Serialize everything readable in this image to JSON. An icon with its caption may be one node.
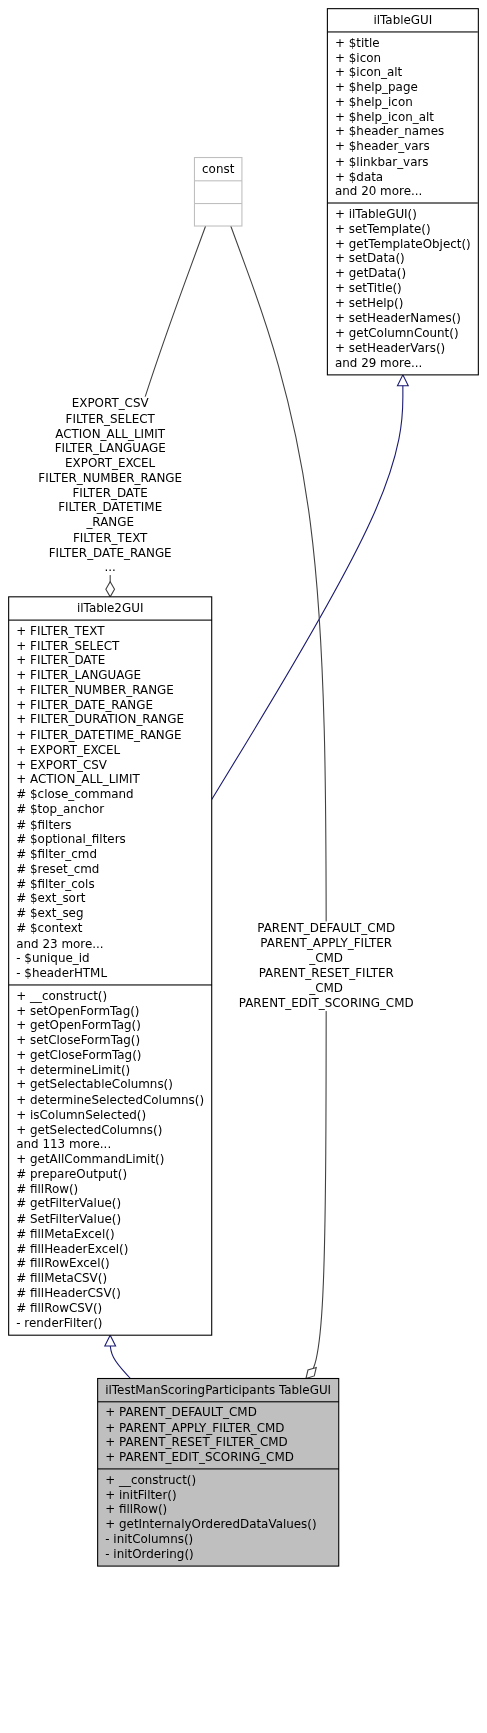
{
  "diagram": {
    "nodes": [
      {
        "text": [
          "ilTableGUI",
          "+ $title",
          "+ $icon",
          "+ $icon_alt",
          "+ $help_page",
          "+ $help_icon",
          "+ $help_icon_alt",
          "+ $header_names",
          "+ $header_vars",
          "+ $linkbar_vars",
          "+ $data",
          "and 20 more...",
          "+ ilTableGUI()",
          "+ setTemplate()",
          "+ getTemplateObject()",
          "+ setData()",
          "+ getData()",
          "+ setTitle()",
          "+ setHelp()",
          "+ setHeaderNames()",
          "+ getColumnCount()",
          "+ setHeaderVars()",
          "and 29 more..."
        ]
      },
      {
        "text": [
          "const"
        ]
      },
      {
        "text": [
          "ilTable2GUI",
          "+ FILTER_TEXT",
          "+ FILTER_SELECT",
          "+ FILTER_DATE",
          "+ FILTER_LANGUAGE",
          "+ FILTER_NUMBER_RANGE",
          "+ FILTER_DATE_RANGE",
          "+ FILTER_DURATION_RANGE",
          "+ FILTER_DATETIME_RANGE",
          "+ EXPORT_EXCEL",
          "+ EXPORT_CSV",
          "+ ACTION_ALL_LIMIT",
          "# $close_command",
          "# $top_anchor",
          "# $filters",
          "# $optional_filters",
          "# $filter_cmd",
          "# $reset_cmd",
          "# $filter_cols",
          "# $ext_sort",
          "# $ext_seg",
          "# $context",
          "and 23 more...",
          "- $unique_id",
          "- $headerHTML",
          "+ __construct()",
          "+ setOpenFormTag()",
          "+ getOpenFormTag()",
          "+ setCloseFormTag()",
          "+ getCloseFormTag()",
          "+ determineLimit()",
          "+ getSelectableColumns()",
          "+ determineSelectedColumns()",
          "+ isColumnSelected()",
          "+ getSelectedColumns()",
          "and 113 more...",
          "+ getAllCommandLimit()",
          "# prepareOutput()",
          "# fillRow()",
          "# getFilterValue()",
          "# SetFilterValue()",
          "# fillMetaExcel()",
          "# fillHeaderExcel()",
          "# fillRowExcel()",
          "# fillMetaCSV()",
          "# fillHeaderCSV()",
          "# fillRowCSV()",
          "- renderFilter()"
        ]
      },
      {
        "text": [
          "ilTestManScoringParticipants TableGUI",
          "+ PARENT_DEFAULT_CMD",
          "+ PARENT_APPLY_FILTER_CMD",
          "+ PARENT_RESET_FILTER_CMD",
          "+ PARENT_EDIT_SCORING_CMD",
          "+ __construct()",
          "+ initFilter()",
          "+ fillRow()",
          "+ getInternalyOrderedDataValues()",
          "- initColumns()",
          "- initOrdering()"
        ]
      }
    ],
    "edges": [
      {
        "from": 2,
        "to": 0,
        "arrow": "to",
        "color": "#191970"
      },
      {
        "from": 2,
        "to": 1,
        "arrow": "other",
        "label": "EXPORT_CSV FILTER_SELECT ACTION_ALL_LIMIT FILTER_LANGUAGE EXPORT_EXCEL FILTER_NUMBER_RANGE FILTER_DATE FILTER_DATETIME _RANGE FILTER_TEXT FILTER_DATE_RANGE ...",
        "color": "#404040"
      },
      {
        "from": 3,
        "to": 1,
        "arrow": "other",
        "label": "PARENT_DEFAULT_CMD PARENT_APPLY_FILTER _CMD PARENT_RESET_FILTER _CMD PARENT_EDIT_SCORING_CMD",
        "color": "#404040"
      },
      {
        "from": 3,
        "to": 2,
        "arrow": "to",
        "color": "#191970"
      }
    ]
  }
}
